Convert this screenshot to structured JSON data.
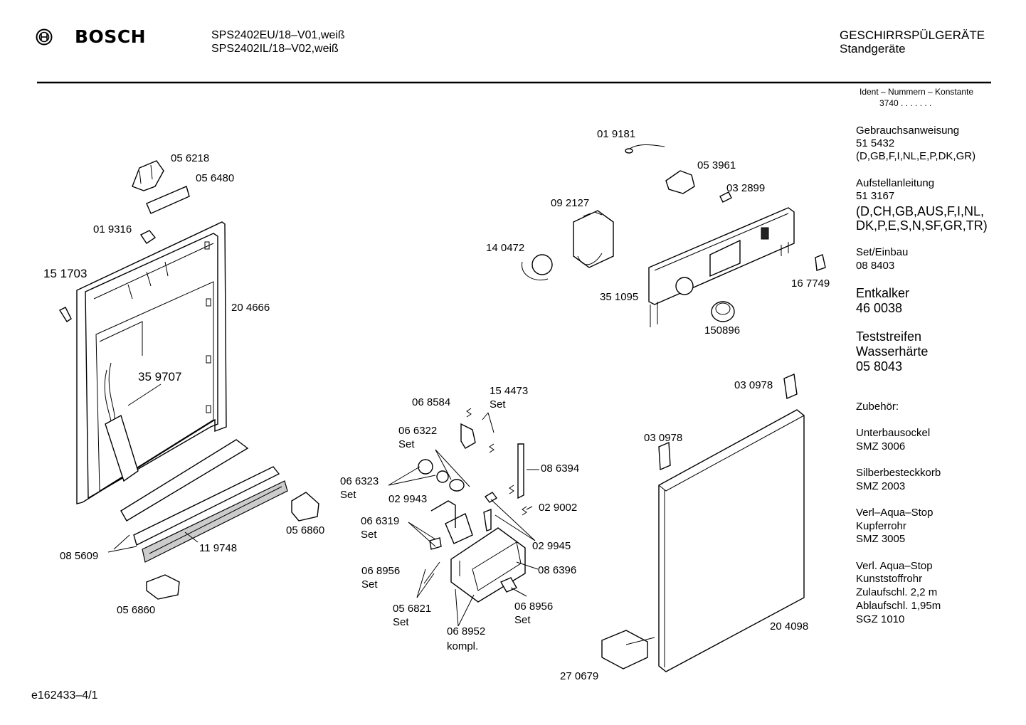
{
  "header": {
    "brand": "BOSCH",
    "models": [
      "SPS2402EU/18–V01,weiß",
      "SPS2402IL/18–V02,weiß"
    ],
    "category": "GESCHIRRSPÜLGERÄTE",
    "subcategory": "Standgeräte"
  },
  "ident": {
    "title": "Ident – Nummern – Konstante",
    "value": "3740 . .   . . . . ."
  },
  "side": {
    "gebrauch": {
      "title": "Gebrauchsanweisung",
      "number": "51 5432",
      "langs": "(D,GB,F,I,NL,E,P,DK,GR)"
    },
    "aufstell": {
      "title": "Aufstellanleitung",
      "number": "51 3167",
      "langs1": "(D,CH,GB,AUS,F,I,NL,",
      "langs2": "DK,P,E,S,N,SF,GR,TR)"
    },
    "set": {
      "title": "Set/Einbau",
      "number": "08 8403"
    },
    "entkalker": {
      "title": "Entkalker",
      "number": "46 0038"
    },
    "test": {
      "line1": "Teststreifen",
      "line2": "Wasserhärte",
      "number": "05 8043"
    },
    "zubehoer": "Zubehör:",
    "unterbau": {
      "title": "Unterbausockel",
      "code": "SMZ 3006"
    },
    "silber": {
      "title": "Silberbesteckkorb",
      "code": "SMZ 2003"
    },
    "aqua1": {
      "line1": "Verl–Aqua–Stop",
      "line2": "Kupferrohr",
      "code": "SMZ 3005"
    },
    "aqua2": {
      "line1": "Verl. Aqua–Stop",
      "line2": "Kunststoffrohr",
      "line3": "Zulaufschl. 2,2 m",
      "line4": "Ablaufschl. 1,95m",
      "code": "SGZ 1010"
    }
  },
  "parts": {
    "p056218": "05 6218",
    "p056480": "05 6480",
    "p019316": "01 9316",
    "p151703": "15 1703",
    "p204666": "20 4666",
    "p359707": "35 9707",
    "p056860a": "05 6860",
    "p119748": "11 9748",
    "p085609": "08 5609",
    "p056860b": "05 6860",
    "p019181": "01 9181",
    "p053961": "05 3961",
    "p032899": "03 2899",
    "p092127": "09 2127",
    "p140472": "14 0472",
    "p351095": "35 1095",
    "p167749": "16 7749",
    "p150896": "150896",
    "p068584": "06 8584",
    "p154473": "15 4473",
    "p154473set": "Set",
    "p066322": "06 6322",
    "p066322set": "Set",
    "p066323": "06 6323",
    "p066323set": "Set",
    "p029943": "02 9943",
    "p066319": "06 6319",
    "p066319set": "Set",
    "p068956a": "06 8956",
    "p068956aset": "Set",
    "p056821": "05 6821",
    "p056821set": "Set",
    "p068952": "06 8952",
    "p068952k": "kompl.",
    "p068956b": "06 8956",
    "p068956bset": "Set",
    "p086396": "08 6396",
    "p029945": "02 9945",
    "p029002": "02 9002",
    "p086394": "08 6394",
    "p030978a": "03 0978",
    "p030978b": "03 0978",
    "p204098": "20 4098",
    "p270679": "27 0679"
  },
  "footer": {
    "doc_id": "e162433–4/1"
  }
}
